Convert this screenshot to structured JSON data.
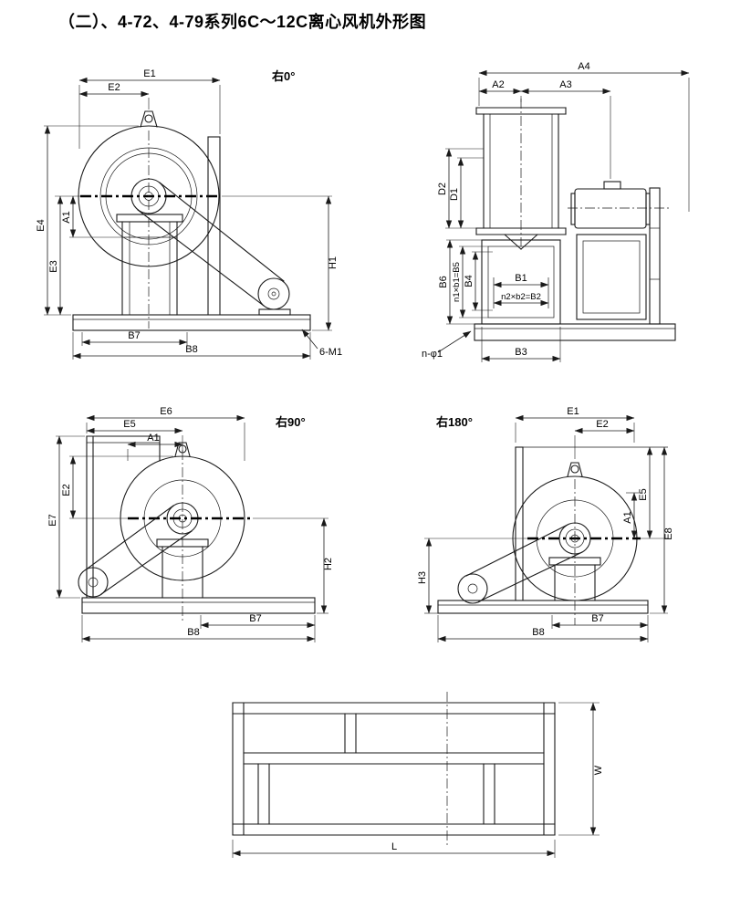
{
  "page": {
    "title": "（二）、4-72、4-79系列6C～12C离心风机外形图",
    "background": "#ffffff",
    "line_color": "#000000"
  },
  "views": {
    "right0": {
      "label": "右0°",
      "dims": {
        "e1": "E1",
        "e2": "E2",
        "e4": "E4",
        "a1": "A1",
        "e3": "E3",
        "h1": "H1",
        "b7": "B7",
        "b8": "B8",
        "m1": "6-M1"
      }
    },
    "side": {
      "dims": {
        "a4": "A4",
        "a2": "A2",
        "a3": "A3",
        "d2": "D2",
        "d1": "D1",
        "b6": "B6",
        "b5": "n1×b1=B5",
        "b4": "B4",
        "b1": "B1",
        "b2": "n2×b2=B2",
        "b3": "B3",
        "nphi": "n-φ1"
      }
    },
    "right90": {
      "label": "右90°",
      "dims": {
        "e6": "E6",
        "e5": "E5",
        "a1": "A1",
        "e2": "E2",
        "e7": "E7",
        "h2": "H2",
        "b7": "B7",
        "b8": "B8"
      }
    },
    "right180": {
      "label": "右180°",
      "dims": {
        "e1": "E1",
        "e2": "E2",
        "e5": "E5",
        "a1": "A1",
        "e8": "E8",
        "h3": "H3",
        "b7": "B7",
        "b8": "B8"
      }
    },
    "baseframe": {
      "dims": {
        "w": "W",
        "l": "L"
      }
    }
  }
}
